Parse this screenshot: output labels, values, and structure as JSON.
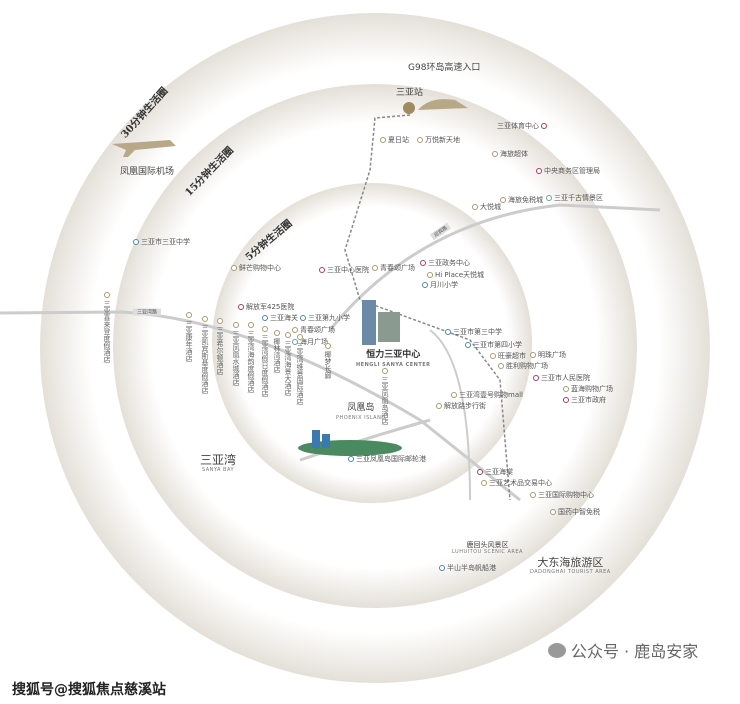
{
  "rings": [
    "30分钟生活圈",
    "15分钟生活圈",
    "5分钟生活圈"
  ],
  "highway": "G98环岛高速入口",
  "station": "三亚站",
  "airport": "凤凰国际机场",
  "project": {
    "name": "恒力三亚中心",
    "en": "HENGLI SANYA CENTER"
  },
  "island": {
    "name": "凤凰岛",
    "en": "PHOENIX ISLAND"
  },
  "bay": {
    "name": "三亚湾",
    "en": "SANYA BAY"
  },
  "luhuitou": {
    "name": "鹿回头风景区",
    "en": "LUHUITOU SCENIC AREA"
  },
  "dadonghai": {
    "name": "大东海旅游区",
    "en": "DADONGHAI TOURIST AREA"
  },
  "roads": [
    "三亚湾路",
    "迎宾路"
  ],
  "pois": [
    "夏日站",
    "万悦新天地",
    "三亚体育中心",
    "海旅超体",
    "中央商务区管理局",
    "海旅免税城",
    "三亚千古情景区",
    "大悦城",
    "三亚中心医院",
    "青春颂广场",
    "三亚政务中心",
    "Hi Place天悦城",
    "月川小学",
    "解放军425医院",
    "三亚海关",
    "三亚第九小学",
    "青春颂广场",
    "海月广场",
    "三亚市第三中学",
    "三亚市第四小学",
    "旺豪超市",
    "明珠广场",
    "胜利购物广场",
    "三亚市人民医院",
    "蓝海购物广场",
    "三亚市政府",
    "三亚湾壹号购物mall",
    "解放路步行街",
    "三亚凤凰岛国际邮轮港",
    "三亚海棠",
    "三亚艺术品交易中心",
    "三亚国际购物中心",
    "国药中智免税",
    "半山半岛帆船港",
    "三亚市三亚中学",
    "鲜芒购物中心"
  ],
  "hotels": [
    "三亚喜来登度假酒店",
    "三亚康年酒店",
    "三亚凯宾斯基度假酒店",
    "三亚希尔顿酒店",
    "三亚凤凰水城酒店",
    "三亚湾海韵度假酒店",
    "三亚湾假日度假酒店",
    "椰林湾酒店",
    "三亚湾海景大酒店",
    "三亚湾维景国际酒店",
    "椰梦长廊",
    "三亚凤凰岛酒店"
  ],
  "footer": {
    "left": "搜狐号@搜狐焦点慈溪站",
    "right": "公众号 · 鹿岛安家"
  },
  "colors": {
    "ring": "#e6e2da",
    "accent": "#a89a70"
  }
}
